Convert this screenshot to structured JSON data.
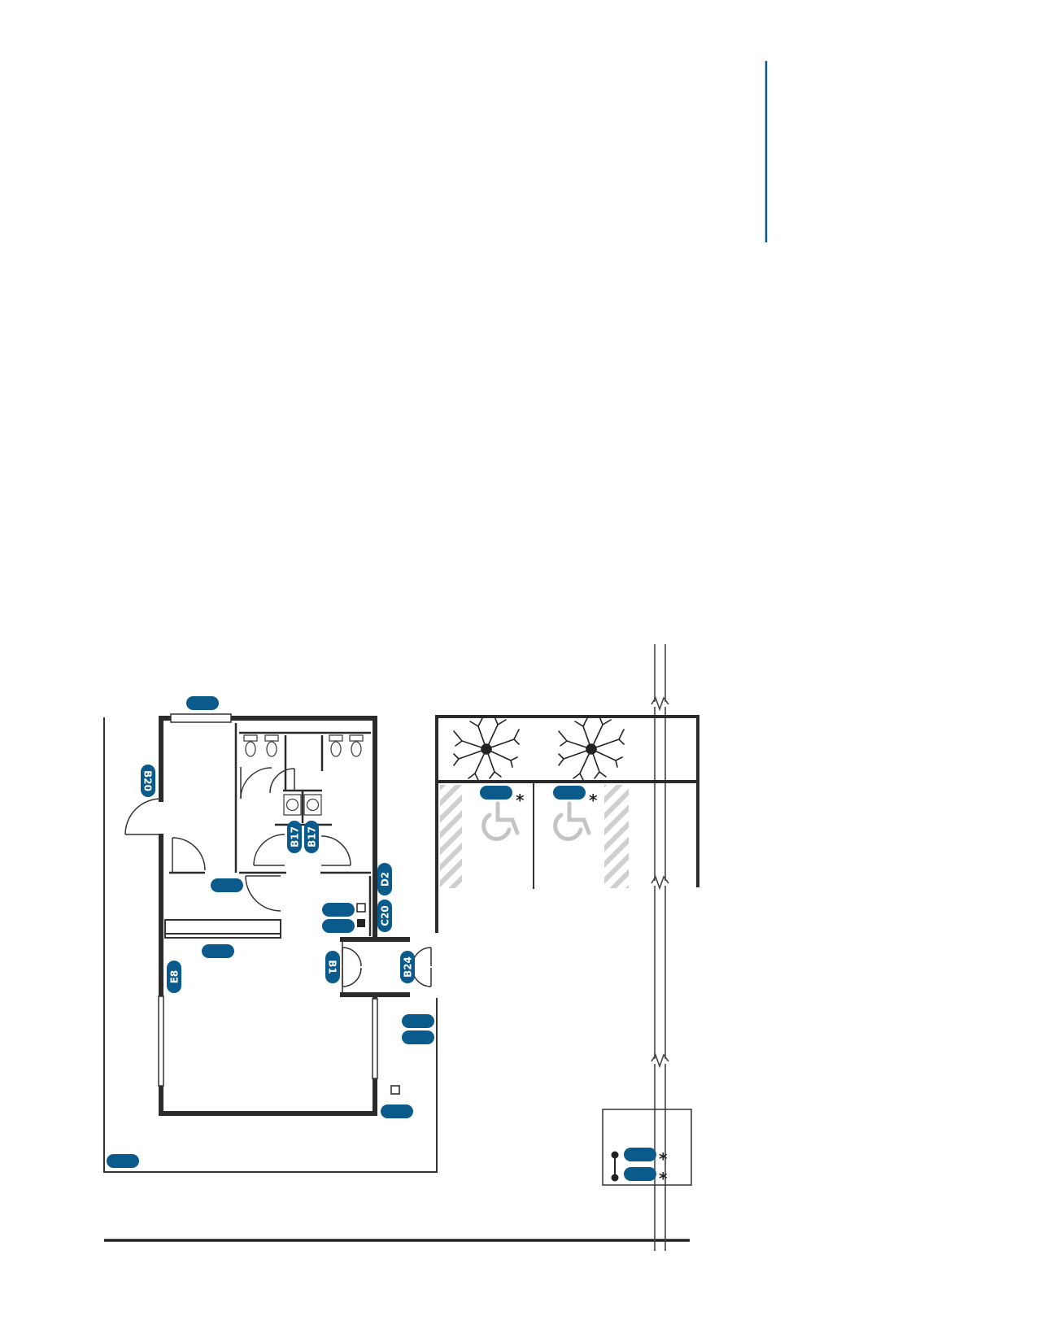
{
  "colors": {
    "accent": "#0a5a8c",
    "wall": "#2b2b2b",
    "line": "#333333",
    "hatch": "#c8c8c8",
    "wheelchair": "#c4c4c4"
  },
  "icons": {
    "accessible_parking": "wheelchair-icon",
    "trees": "tree-icon",
    "toilets": "toilet-icon",
    "sinks": "sink-icon"
  },
  "labels": {
    "b20": "B20",
    "b17a": "B17",
    "b17b": "B17",
    "d2": "D2",
    "c20": "C20",
    "b1": "B1",
    "b24": "B24",
    "e8": "E8",
    "star": "*"
  }
}
